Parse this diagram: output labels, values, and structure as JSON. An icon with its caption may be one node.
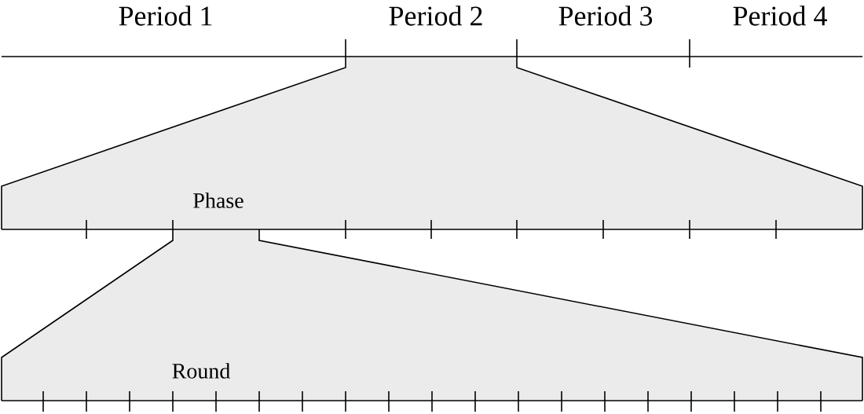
{
  "diagram": {
    "labels": [
      "Period 1",
      "Period 2",
      "Period 3",
      "Period 4",
      "Phase",
      "Round"
    ]
  }
}
